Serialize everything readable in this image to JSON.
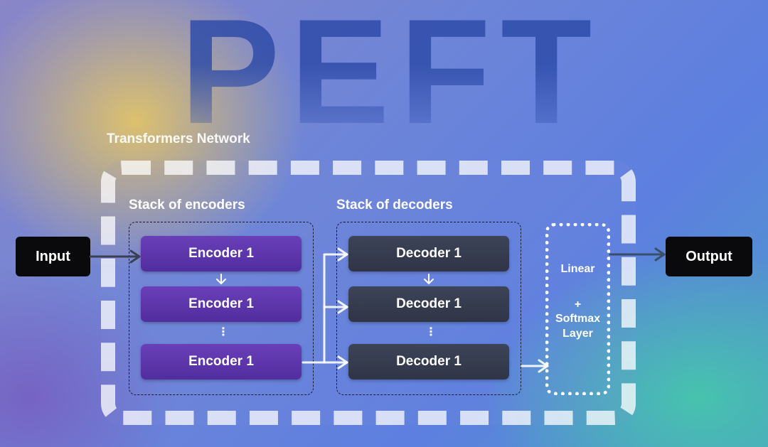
{
  "hero": {
    "title": "PEFT"
  },
  "network": {
    "label": "Transformers Network"
  },
  "encoders": {
    "title": "Stack of encoders",
    "blocks": [
      "Encoder 1",
      "Encoder 1",
      "Encoder 1"
    ],
    "ellipsis": "⋮"
  },
  "decoders": {
    "title": "Stack of decoders",
    "blocks": [
      "Decoder 1",
      "Decoder 1",
      "Decoder 1"
    ],
    "ellipsis": "⋮"
  },
  "linear_layer": {
    "line1": "Linear",
    "line2": "+",
    "line3": "Softmax",
    "line4": "Layer"
  },
  "io": {
    "input": "Input",
    "output": "Output"
  },
  "colors": {
    "encoder": "#5a33a8",
    "decoder": "#353b4d",
    "io": "#0a0a0c",
    "title": "#2c4aa8"
  }
}
